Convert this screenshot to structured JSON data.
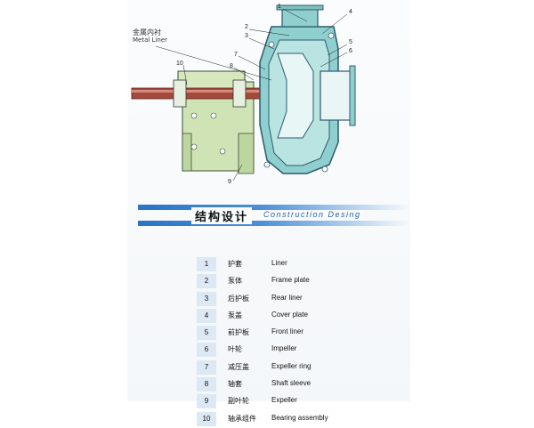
{
  "drawing": {
    "liner_label_cn": "金属内衬",
    "liner_label_en": "Metal Liner",
    "callouts": [
      "1",
      "2",
      "3",
      "4",
      "5",
      "6",
      "7",
      "8",
      "9",
      "10"
    ]
  },
  "banner": {
    "title_cn": "结构设计",
    "title_en": "Construction Desing"
  },
  "parts": [
    {
      "num": "1",
      "cn": "护套",
      "en": "Liner"
    },
    {
      "num": "2",
      "cn": "泵体",
      "en": "Frame plate"
    },
    {
      "num": "3",
      "cn": "后护板",
      "en": "Rear liner"
    },
    {
      "num": "4",
      "cn": "泵盖",
      "en": "Cover plate"
    },
    {
      "num": "5",
      "cn": "前护板",
      "en": "Front liner"
    },
    {
      "num": "6",
      "cn": "叶轮",
      "en": "Impeller"
    },
    {
      "num": "7",
      "cn": "减压盖",
      "en": "Expeller ring"
    },
    {
      "num": "8",
      "cn": "轴套",
      "en": "Shaft  sleeve"
    },
    {
      "num": "9",
      "cn": "副叶轮",
      "en": "Expeller"
    },
    {
      "num": "10",
      "cn": "轴承组件",
      "en": "Bearing assembly"
    }
  ],
  "colors": {
    "casing": "#8fd0cf",
    "casing_dark": "#2c5b6e",
    "bearing_housing": "#cfe3b5",
    "shaft": "#a34a3c",
    "banner_blue": "#2a73c8",
    "number_box": "#dce8f4"
  }
}
